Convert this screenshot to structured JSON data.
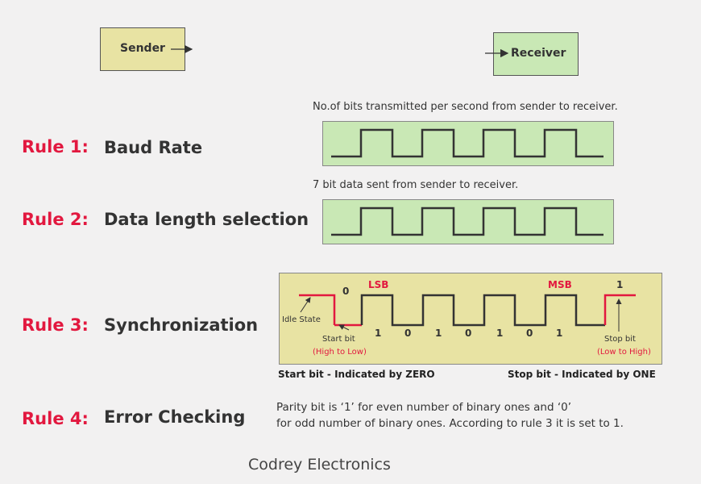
{
  "sender": {
    "label": "Sender"
  },
  "receiver": {
    "label": "Receiver"
  },
  "rules": [
    {
      "number": "Rule 1:",
      "title": "Baud Rate",
      "caption": "No.of bits transmitted per second from sender to receiver."
    },
    {
      "number": "Rule 2:",
      "title": "Data length selection",
      "caption": "7 bit data sent from sender to receiver."
    },
    {
      "number": "Rule 3:",
      "title": "Synchronization"
    },
    {
      "number": "Rule 4:",
      "title": "Error Checking"
    }
  ],
  "sync": {
    "start_level": "0",
    "stop_level": "1",
    "lsb": "LSB",
    "msb": "MSB",
    "idle_state": "Idle State",
    "start_bit": "Start bit",
    "start_note": "(High to Low)",
    "stop_bit": "Stop bit",
    "stop_note": "(Low to High)",
    "data_bits": [
      "1",
      "0",
      "1",
      "0",
      "1",
      "0",
      "1"
    ],
    "start_summary": "Start bit - Indicated by ZERO",
    "stop_summary": "Stop bit - Indicated by ONE"
  },
  "parity": {
    "line1": "Parity bit is ‘1’ for even number of binary ones and ‘0’",
    "line2": "for odd number of binary ones. According to rule 3 it is set to 1."
  },
  "footer": "Codrey Electronics",
  "colors": {
    "accent_red": "#e2183f",
    "sender_fill": "#e8e3a3",
    "receiver_fill": "#c9e8b5",
    "signal": "#333333"
  }
}
